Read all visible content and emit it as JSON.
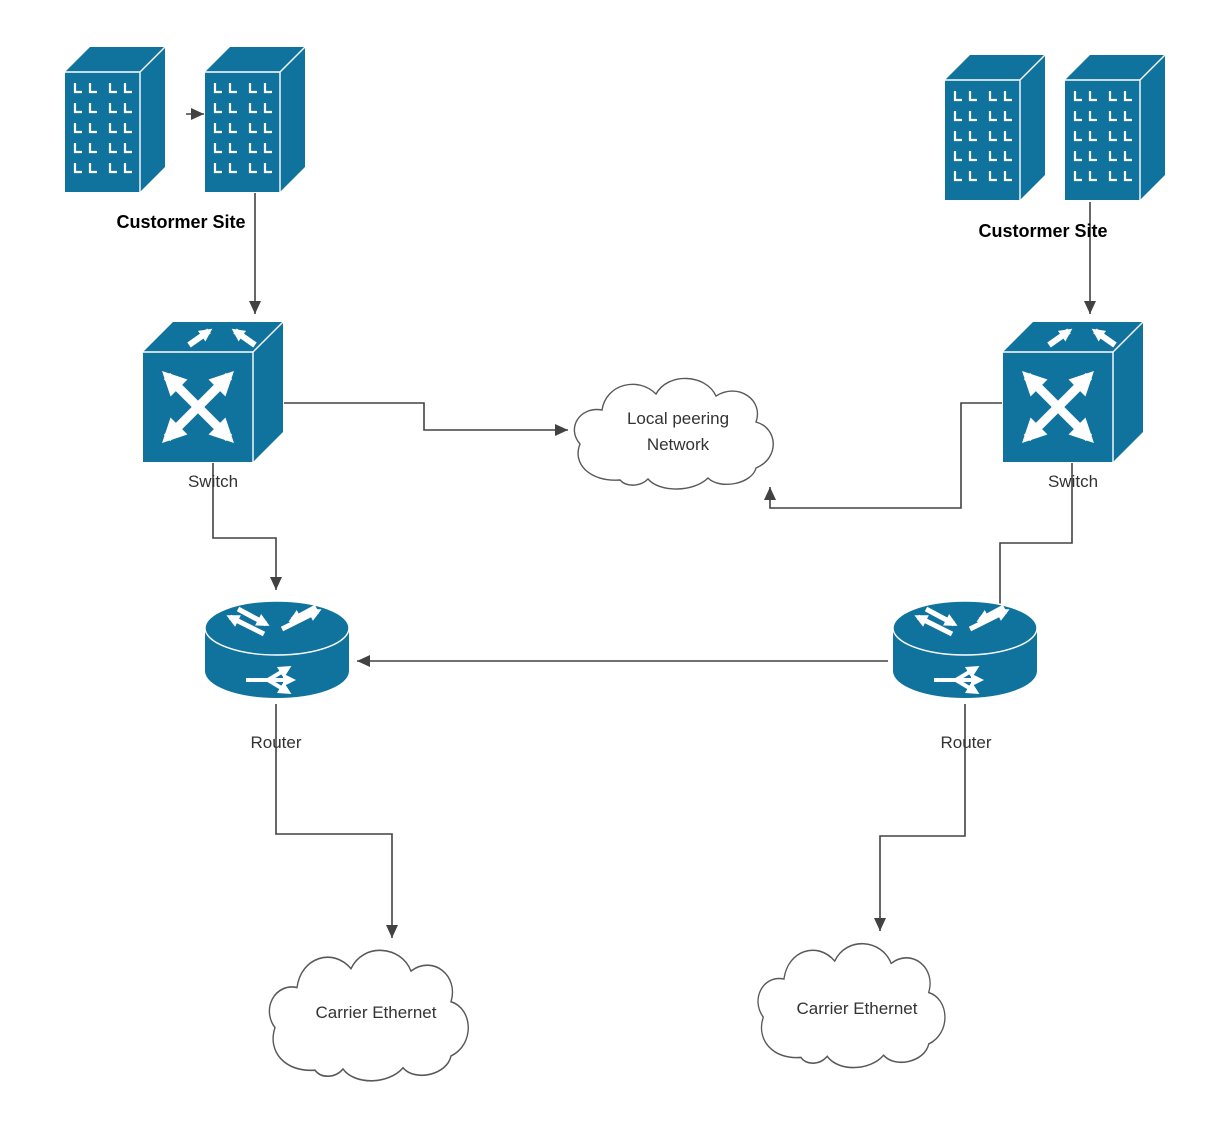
{
  "colors": {
    "accent": "#10739E",
    "line": "#424242",
    "text": "#333333",
    "heading": "#000000",
    "cloud_stroke": "#595959",
    "cloud_fill": "#FFFFFF",
    "background": "#FFFFFF"
  },
  "nodes": {
    "customer_site_left": {
      "label": "Custormer Site"
    },
    "customer_site_right": {
      "label": "Custormer Site"
    },
    "switch_left": {
      "label": "Switch"
    },
    "switch_right": {
      "label": "Switch"
    },
    "local_peering_network": {
      "label_line1": "Local peering",
      "label_line2": "Network"
    },
    "router_left": {
      "label": "Router"
    },
    "router_right": {
      "label": "Router"
    },
    "carrier_ethernet_left": {
      "label": "Carrier Ethernet"
    },
    "carrier_ethernet_right": {
      "label": "Carrier Ethernet"
    }
  },
  "edges": [
    {
      "from": "customer_site_left_building_1",
      "to": "customer_site_left_building_2"
    },
    {
      "from": "customer_site_left",
      "to": "switch_left"
    },
    {
      "from": "customer_site_right",
      "to": "switch_right"
    },
    {
      "from": "switch_left",
      "to": "local_peering_network"
    },
    {
      "from": "switch_right",
      "to": "local_peering_network"
    },
    {
      "from": "switch_left",
      "to": "router_left"
    },
    {
      "from": "switch_right",
      "to": "router_right"
    },
    {
      "from": "router_right",
      "to": "router_left"
    },
    {
      "from": "router_left",
      "to": "carrier_ethernet_left"
    },
    {
      "from": "router_right",
      "to": "carrier_ethernet_right"
    }
  ]
}
